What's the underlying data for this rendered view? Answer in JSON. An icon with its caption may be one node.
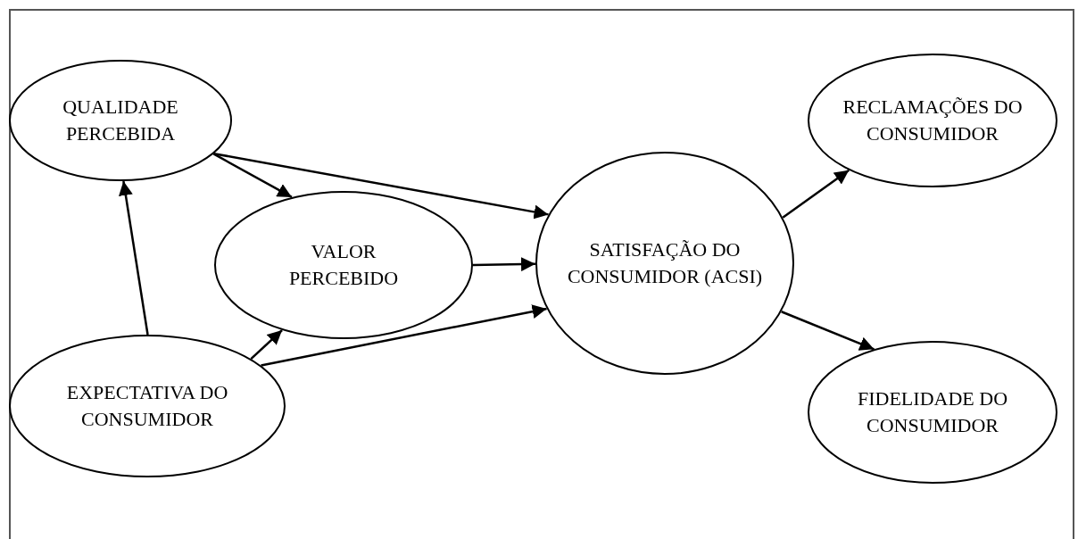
{
  "diagram": {
    "nodes": [
      {
        "text": [
          "QUALIDADE PERCEBIDA"
        ]
      },
      {
        "text": [
          "VALOR PERCEBIDO"
        ]
      },
      {
        "text": [
          "EXPECTATIVA DO CONSUMIDOR"
        ]
      },
      {
        "text": [
          "SATISFAÇÃO DO CONSUMIDOR (ACSI)"
        ]
      },
      {
        "text": [
          "RECLAMAÇÕES DO CONSUMIDOR"
        ]
      },
      {
        "text": [
          "FIDELIDADE DO CONSUMIDOR"
        ]
      }
    ],
    "edges": [
      {
        "from": 2,
        "to": 0,
        "arrow": "to"
      },
      {
        "from": 0,
        "to": 1,
        "arrow": "to"
      },
      {
        "from": 2,
        "to": 1,
        "arrow": "to"
      },
      {
        "from": 0,
        "to": 3,
        "arrow": "to"
      },
      {
        "from": 1,
        "to": 3,
        "arrow": "to"
      },
      {
        "from": 2,
        "to": 3,
        "arrow": "to"
      },
      {
        "from": 3,
        "to": 4,
        "arrow": "to"
      },
      {
        "from": 3,
        "to": 5,
        "arrow": "to"
      }
    ]
  }
}
